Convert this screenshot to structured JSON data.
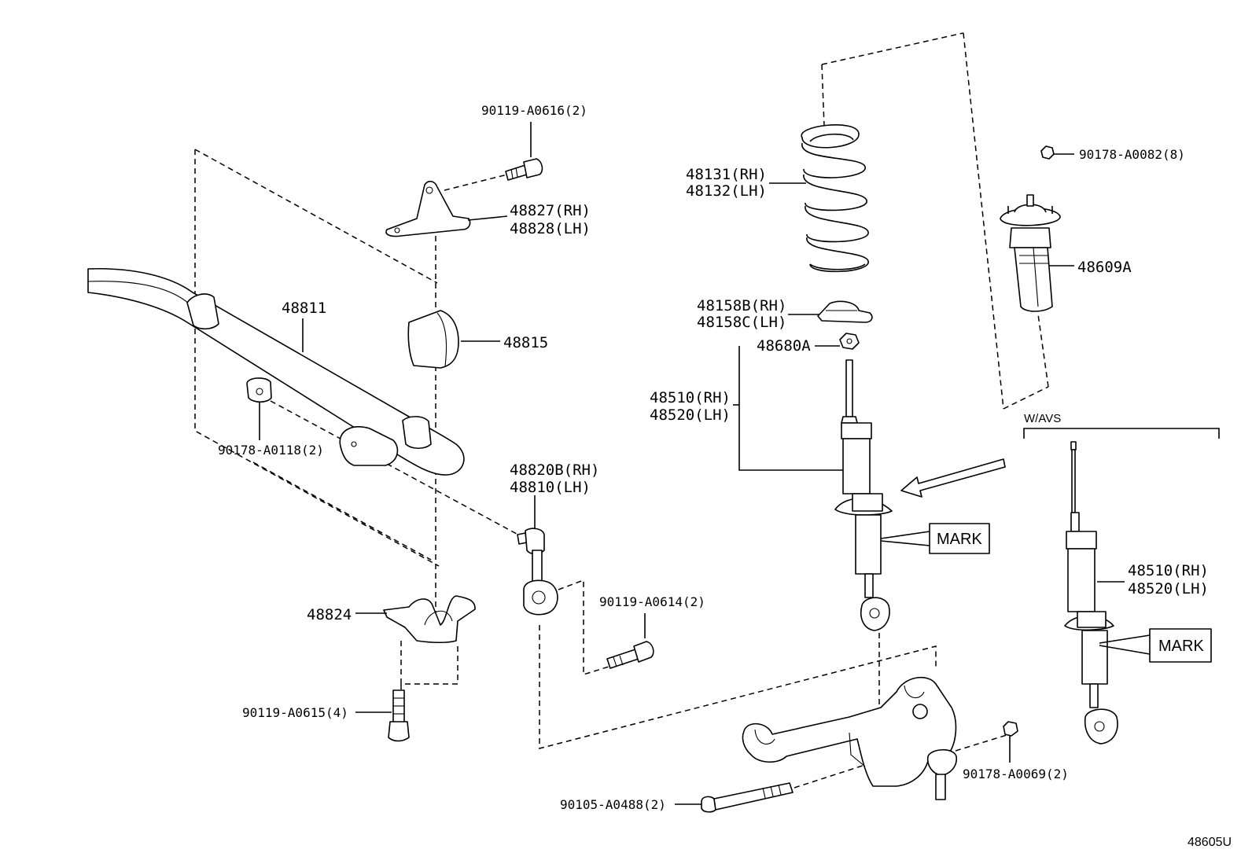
{
  "labels": {
    "bolt_top": "90119-A0616(2)",
    "bracket_rh": "48827(RH)",
    "bracket_lh": "48828(LH)",
    "stabilizer_bar": "48811",
    "bushing": "48815",
    "nut_small": "90178-A0118(2)",
    "link_rh": "48820B(RH)",
    "link_lh": "48810(LH)",
    "bolt_link": "90119-A0614(2)",
    "lower_bracket": "48824",
    "bolt_bottom": "90119-A0615(4)",
    "spring_rh": "48131(RH)",
    "spring_lh": "48132(LH)",
    "insulator_rh": "48158B(RH)",
    "insulator_lh": "48158C(LH)",
    "nut_shock": "48680A",
    "shock_rh": "48510(RH)",
    "shock_lh": "48520(LH)",
    "mark_1": "MARK",
    "nut_mount": "90178-A0082(8)",
    "support": "48609A",
    "wavs": "W/AVS",
    "shock2_rh": "48510(RH)",
    "shock2_lh": "48520(LH)",
    "mark_2": "MARK",
    "nut_arm": "90178-A0069(2)",
    "bolt_arm": "90105-A0488(2)",
    "ref_code": "48605U"
  }
}
